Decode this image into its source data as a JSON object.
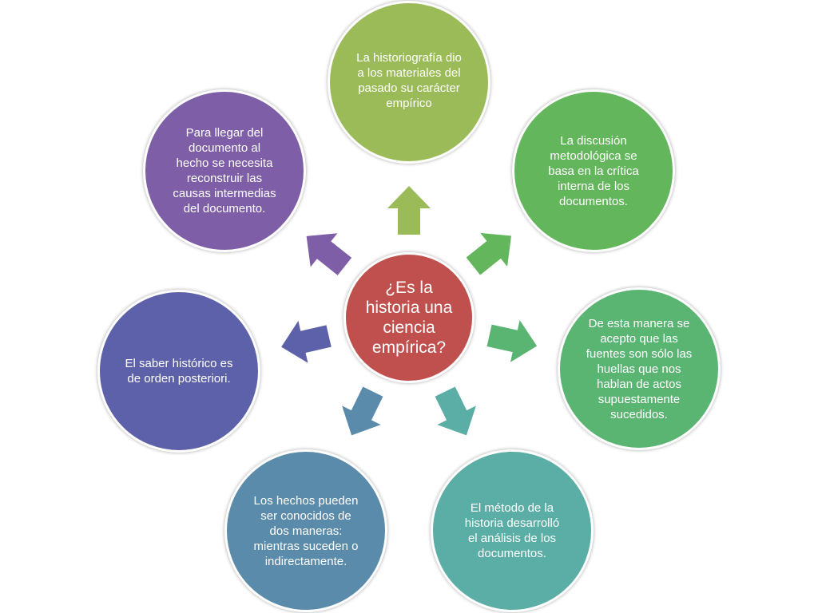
{
  "center": {
    "text": "¿Es la historia una ciencia empírica?",
    "color": "#c0504d"
  },
  "nodes": [
    {
      "text": "La historiografía dio a los materiales del pasado su carácter empírico",
      "color": "#9bbb59"
    },
    {
      "text": "La discusión metodológica se basa en la crítica interna de los documentos.",
      "color": "#63b65b"
    },
    {
      "text": "De esta manera se acepto que las fuentes son sólo las huellas que nos hablan de actos supuestamente sucedidos.",
      "color": "#5ab573"
    },
    {
      "text": "El método de la historia desarrolló el análisis de los documentos.",
      "color": "#5aaea6"
    },
    {
      "text": "Los hechos pueden ser conocidos de dos maneras: mientras suceden o indirectamente.",
      "color": "#5b8bab"
    },
    {
      "text": "El saber histórico es de orden posteriori.",
      "color": "#5d61a9"
    },
    {
      "text": "Para llegar del documento al hecho se necesita reconstruir las causas intermedias del documento.",
      "color": "#7d5ea7"
    }
  ]
}
